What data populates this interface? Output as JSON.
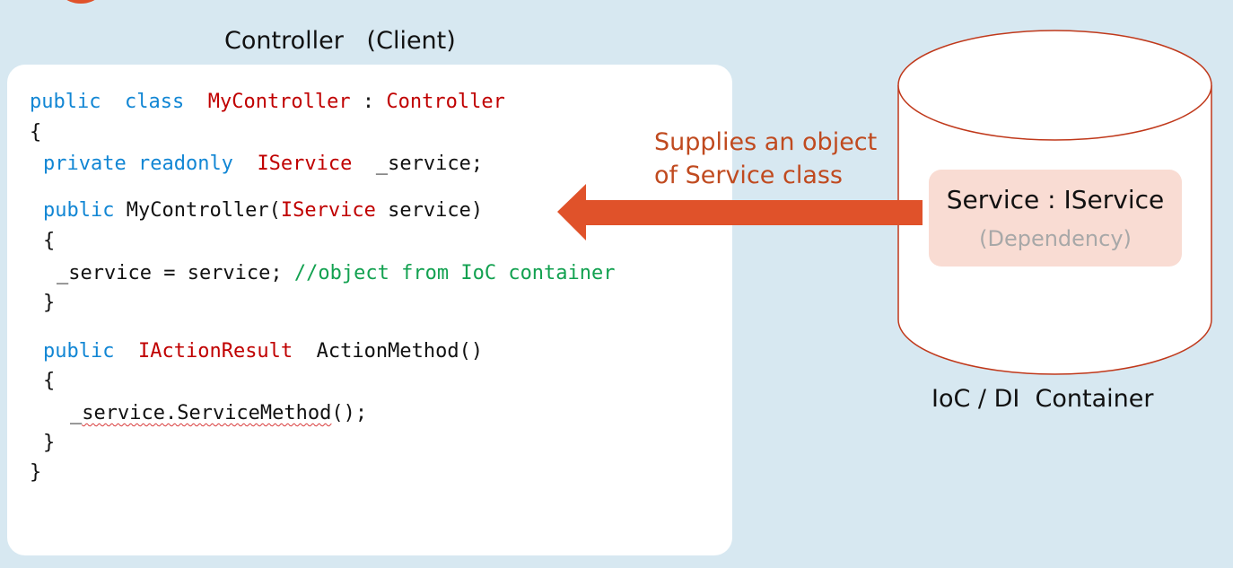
{
  "client_title": "Controller   (Client)",
  "container_title": "IoC / DI  Container",
  "arrow_label": {
    "line1": "Supplies an object",
    "line2": "of Service class"
  },
  "service": {
    "name": "Service : IService",
    "subtitle": "(Dependency)"
  },
  "code": {
    "l1_public": "public",
    "l1_class": "class",
    "l1_name": "MyController",
    "l1_colon": " : ",
    "l1_base": "Controller",
    "l2": "{",
    "l3_private": "private",
    "l3_readonly": "readonly",
    "l3_type": "IService",
    "l3_field": "_service;",
    "l4_public": "public",
    "l4_ctor": " MyController(",
    "l4_type": "IService",
    "l4_param": " service)",
    "l5": "{",
    "l6_stmt": "_service = service; ",
    "l6_comment": "//object from IoC container",
    "l7": "}",
    "l8_public": "public",
    "l8_type": "IActionResult",
    "l8_method": "ActionMethod()",
    "l9": "{",
    "l10_prefix": "_",
    "l10_call": "service.ServiceMethod",
    "l10_suffix": "();",
    "l11": "}",
    "l12": "}"
  },
  "colors": {
    "background": "#d7e8f1",
    "keyword": "#1186d4",
    "type": "#c00000",
    "comment": "#12a150",
    "arrow": "#e0522a",
    "container_stroke": "#c0391b",
    "service_fill": "#f9dcd3"
  }
}
